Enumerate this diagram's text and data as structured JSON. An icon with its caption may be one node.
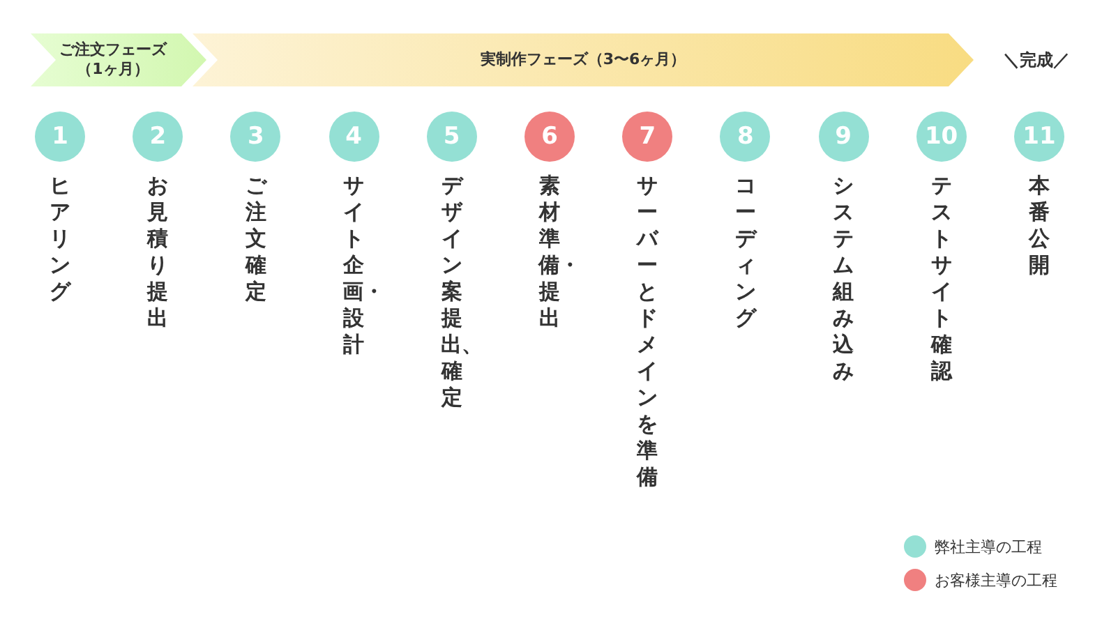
{
  "diagram": {
    "nodes": [
      {
        "text": [
          "ご注文フェーズ（1ヶ月）"
        ]
      },
      {
        "text": [
          "実制作フェーズ（3〜6ヶ月）"
        ]
      },
      {
        "text": [
          "1"
        ],
        "beside": [
          "ヒアリング"
        ]
      },
      {
        "text": [
          "2"
        ],
        "beside": [
          "お見積り提出"
        ]
      },
      {
        "text": [
          "3"
        ],
        "beside": [
          "ご注文確定"
        ]
      },
      {
        "text": [
          "4"
        ],
        "beside": [
          "サイト企画・設計"
        ]
      },
      {
        "text": [
          "5"
        ],
        "beside": [
          "デザイン案提出、確定"
        ]
      },
      {
        "text": [
          "6"
        ],
        "beside": [
          "素材準備・提出"
        ]
      },
      {
        "text": [
          "7"
        ],
        "beside": [
          "サーバーとドメインを準備"
        ]
      },
      {
        "text": [
          "8"
        ],
        "beside": [
          "コーディング"
        ]
      },
      {
        "text": [
          "9"
        ],
        "beside": [
          "システム組み込み"
        ]
      },
      {
        "text": [
          "10"
        ],
        "beside": [
          "テストサイト確認"
        ]
      },
      {
        "text": [
          "11"
        ],
        "beside": [
          "本番公開"
        ]
      }
    ],
    "edges": [],
    "labels": [
      "＼完成／"
    ],
    "legend": [
      {
        "text": "弊社主導の工程",
        "color": "#94e0d4"
      },
      {
        "text": "お客様主導の工程",
        "color": "#f08080"
      }
    ]
  }
}
